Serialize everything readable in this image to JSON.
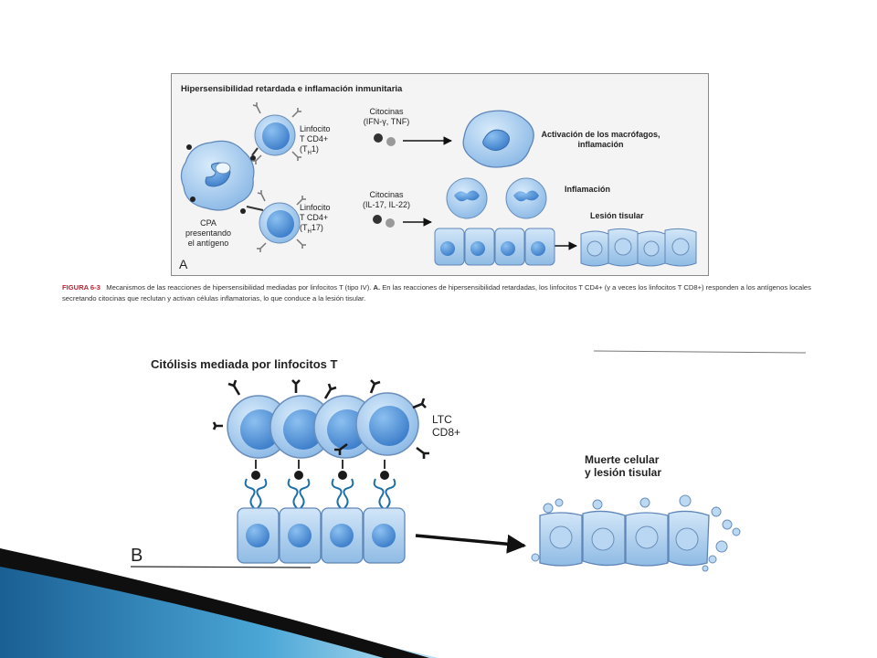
{
  "panel_a": {
    "title": "Hipersensibilidad retardada e inflamación inmunitaria",
    "top_cell_label": [
      "Linfocito",
      "T CD4+",
      "(T",
      "H",
      "1)"
    ],
    "bottom_cell_label": [
      "Linfocito",
      "T CD4+",
      "(T",
      "H",
      "17)"
    ],
    "apc_label": [
      "CPA",
      "presentando",
      "el antígeno"
    ],
    "cytokines_top": [
      "Citocinas",
      "(IFN-γ, TNF)"
    ],
    "cytokines_bottom": [
      "Citocinas",
      "(IL-17, IL-22)"
    ],
    "macrophage_label": [
      "Activación de los macrófagos,",
      "inflamación"
    ],
    "inflammation_label": "Inflamación",
    "tissue_injury_label": "Lesión tisular",
    "panel_letter": "A"
  },
  "caption": {
    "figure_number": "FIGURA 6-3",
    "text_1": "Mecanismos de las reacciones de hipersensibilidad mediadas por linfocitos T (tipo IV).",
    "marker": "A.",
    "text_2": "En las reacciones de hipersensibilidad retardadas, los linfocitos T CD4+ (y a veces los linfocitos T CD8+) responden a los antígenos locales secretando citocinas que reclutan y activan células inflamatorias, lo que conduce a la lesión tisular."
  },
  "panel_b": {
    "title": "Citólisis mediada por linfocitos T",
    "ctl_label": [
      "LTC",
      "CD8+"
    ],
    "outcome_label": [
      "Muerte celular",
      "y lesión tisular"
    ],
    "panel_letter": "B"
  },
  "colors": {
    "cell_fill": "#9cc4ea",
    "nucleus_fill": "#4f8fd6",
    "cell_outline": "#5f86b8",
    "dark": "#1a1a1a",
    "accent_blue": "#1e6fa8"
  }
}
